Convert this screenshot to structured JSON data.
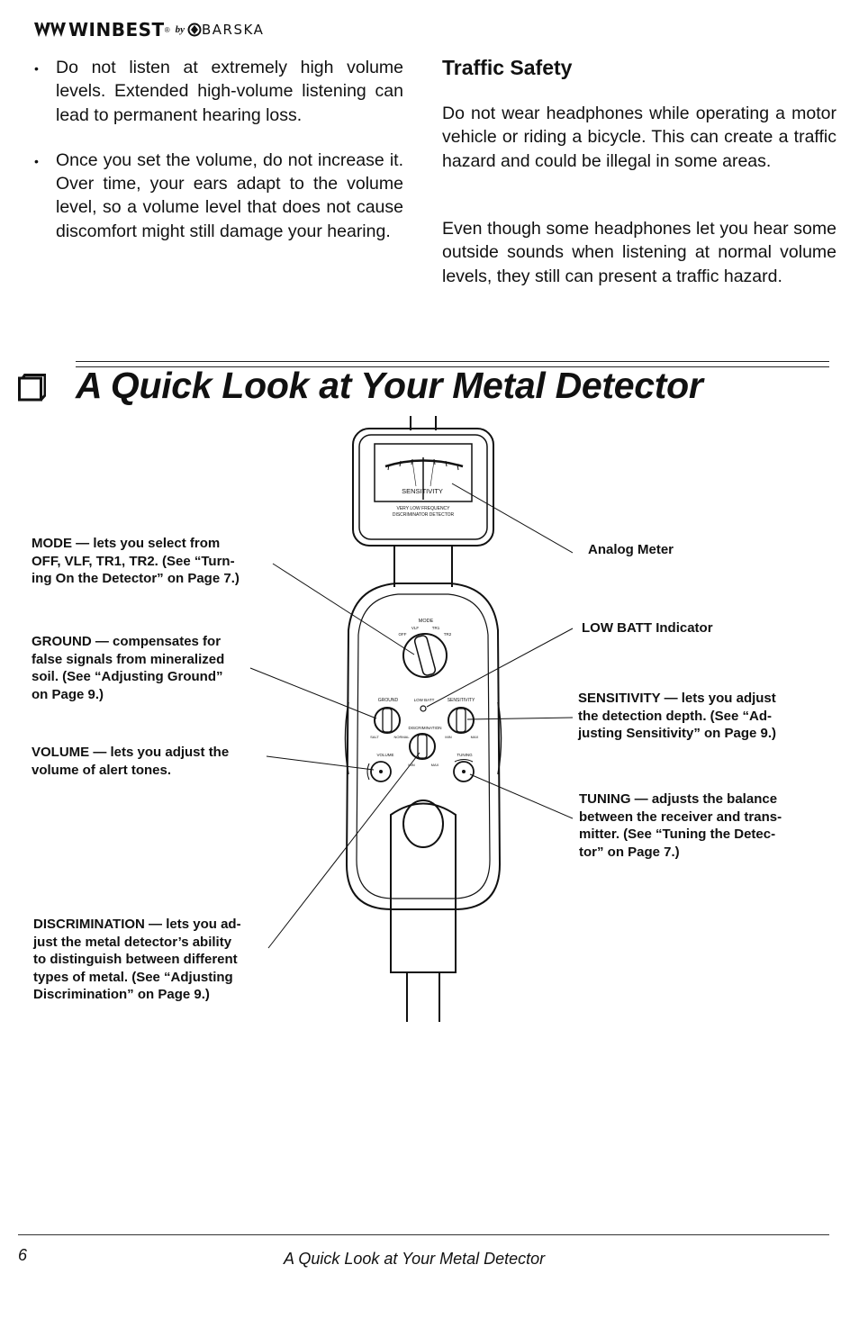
{
  "header": {
    "brand": "WINBEST",
    "by": "by",
    "brand2": "BARSKA"
  },
  "bullets": [
    "Do not listen at extremely high volume levels. Extended high-volume listening can lead to permanent hearing loss.",
    "Once you set the volume, do not increase it. Over time, your ears adapt to the volume level, so a volume level that does not cause discomfort might still damage your hearing."
  ],
  "traffic": {
    "heading": "Traffic Safety",
    "para1": "Do not wear headphones while operating a motor vehicle or riding a bicycle. This can create a traffic hazard and could be illegal in some areas.",
    "para2": "Even though some headphones let you hear some outside sounds when listening at normal volume levels, they still can present a traffic hazard."
  },
  "section_title": "A Quick Look at Your Metal Detector",
  "device": {
    "meter_scale": "SENSITIVITY",
    "meter_line1": "VERY LOW FREQUENCY",
    "meter_line2": "DISCRIMINATOR DETECTOR",
    "mode": "MODE",
    "mode_vlf": "VLF",
    "mode_tr1": "TR1",
    "mode_off": "OFF",
    "mode_tr2": "TR2",
    "ground": "GROUND",
    "ground_salt": "SALT",
    "ground_normal": "NORMAL",
    "low_batt": "LOW BATT",
    "sensitivity": "SENSITIVITY",
    "sens_min": "MIN",
    "sens_max": "MAX",
    "discrimination": "DISCRIMINATION",
    "disc_min": "MIN",
    "disc_max": "MAX",
    "volume": "VOLUME",
    "tuning": "TUNING"
  },
  "callouts": {
    "mode": [
      "MODE — lets you select from",
      "OFF, VLF, TR1, TR2. (See “Turn-",
      "ing On the Detector” on Page 7.)"
    ],
    "ground": [
      "GROUND — compensates for",
      "false signals from mineralized",
      "soil. (See “Adjusting Ground”",
      "on Page 9.)"
    ],
    "volume": [
      "VOLUME — lets you adjust the",
      "volume of alert tones."
    ],
    "discrimination": [
      "DISCRIMINATION — lets you ad-",
      "just the metal detector’s ability",
      "to distinguish between different",
      "types of metal. (See “Adjusting",
      "Discrimination” on Page 9.)"
    ],
    "analog_meter": "Analog Meter",
    "low_batt": "LOW BATT Indicator",
    "sensitivity": [
      "SENSITIVITY — lets you adjust",
      "the detection depth. (See “Ad-",
      "justing Sensitivity” on Page 9.)"
    ],
    "tuning": [
      "TUNING — adjusts the balance",
      "between the receiver and trans-",
      "mitter. (See “Tuning the Detec-",
      "tor” on Page 7.)"
    ]
  },
  "footer": {
    "page_number": "6",
    "title": "A Quick Look at Your Metal Detector"
  }
}
